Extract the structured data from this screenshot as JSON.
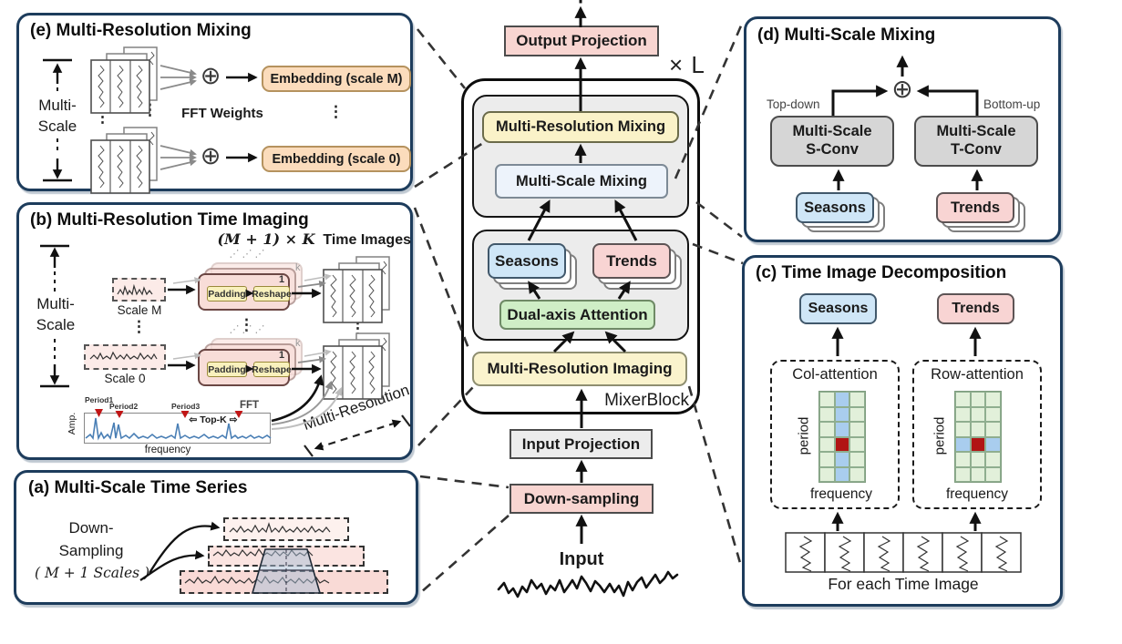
{
  "figure_type": "model-architecture-diagram",
  "icons": {
    "sum": "⊕",
    "left_block_arrow": "⇦",
    "right_block_arrow": "⇨",
    "vdots": "⋮",
    "ddots": "⋰ ⋰ ⋰"
  },
  "colors": {
    "panel_border": "#1d3c5c",
    "yellow": "#faf2c8",
    "light_yellow": "#faf3cd",
    "blue": "#cfe6f7",
    "light_blue": "#edf3fb",
    "pink": "#f8d5d1",
    "peach": "#fbdcbc",
    "green": "#cfeec6",
    "gray": "#ececec",
    "conv_gray": "#d6d6d6",
    "grid_green": "#e2f0da",
    "grid_blue": "#a9cdee",
    "grid_red": "#b11414",
    "spectrum_blue": "#4a7fb5",
    "marker_red": "#c01515"
  },
  "center": {
    "output_projection": "Output Projection",
    "repeat_label": "× L",
    "multi_resolution_mixing": "Multi-Resolution Mixing",
    "multi_scale_mixing": "Multi-Scale Mixing",
    "seasons": "Seasons",
    "trends": "Trends",
    "dual_axis_attention": "Dual-axis Attention",
    "multi_resolution_imaging": "Multi-Resolution Imaging",
    "mixer_block": "MixerBlock",
    "input_projection": "Input Projection",
    "down_sampling": "Down-sampling",
    "input": "Input"
  },
  "panel_e": {
    "title": "(e) Multi-Resolution Mixing",
    "multi_scale_line1": "Multi-",
    "multi_scale_line2": "Scale",
    "fft_weights": "FFT Weights",
    "embedding_scale_m": "Embedding (scale M)",
    "embedding_scale_0": "Embedding (scale 0)"
  },
  "panel_b": {
    "title": "(b) Multi-Resolution Time Imaging",
    "count_math": "(M + 1) × K",
    "count_text": "Time Images",
    "multi_scale_line1": "Multi-",
    "multi_scale_line2": "Scale",
    "scale_m": "Scale M",
    "scale_0": "Scale 0",
    "padding": "Padding",
    "reshape": "Reshape",
    "k_label": "k",
    "one_label": "1",
    "period1": "Period1",
    "period2": "Period2",
    "period3": "Period3",
    "fft": "FFT",
    "top_k": "Top-K",
    "amp": "Amp.",
    "frequency": "frequency",
    "multi_resolution": "Multi-Resolution"
  },
  "panel_a": {
    "title": "(a) Multi-Scale Time Series",
    "caption_line1": "Down-",
    "caption_line2": "Sampling",
    "caption_line3": "( M + 1 Scales )"
  },
  "panel_d": {
    "title": "(d) Multi-Scale Mixing",
    "top_down": "Top-down",
    "bottom_up": "Bottom-up",
    "s_conv_line1": "Multi-Scale",
    "s_conv_line2": "S-Conv",
    "t_conv_line1": "Multi-Scale",
    "t_conv_line2": "T-Conv",
    "seasons": "Seasons",
    "trends": "Trends"
  },
  "panel_c": {
    "title": "(c) Time Image Decomposition",
    "seasons": "Seasons",
    "trends": "Trends",
    "col_attention": "Col-attention",
    "row_attention": "Row-attention",
    "period": "period",
    "frequency": "frequency",
    "for_each": "For each Time Image",
    "grids": {
      "rows": 6,
      "cols": 3,
      "cell": 16.5,
      "cell_border": "#8fae8f",
      "green": "#e2f0da",
      "blue": "#a9cdee",
      "red": "#b11414",
      "col_grid": {
        "highlight": "column",
        "index": 1,
        "red_row": 3,
        "red_col": 1
      },
      "row_grid": {
        "highlight": "row",
        "index": 3,
        "red_row": 3,
        "red_col": 1
      }
    }
  }
}
